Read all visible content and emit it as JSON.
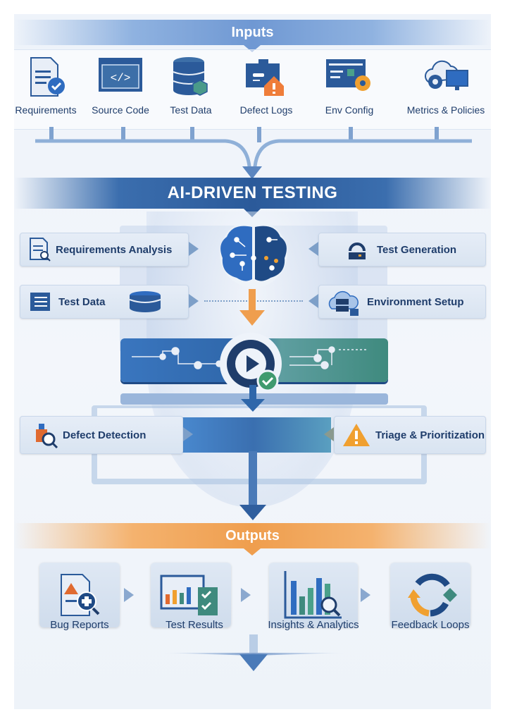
{
  "inputs": {
    "title": "Inputs",
    "items": [
      {
        "label": "Requirements",
        "icon": "document-check-icon"
      },
      {
        "label": "Source Code",
        "icon": "code-window-icon"
      },
      {
        "label": "Test Data",
        "icon": "database-icon"
      },
      {
        "label": "Defect Logs",
        "icon": "defect-log-icon"
      },
      {
        "label": "Env Config",
        "icon": "config-gear-icon"
      },
      {
        "label": "Metrics & Policies",
        "icon": "cloud-monitor-icon"
      }
    ]
  },
  "core": {
    "title": "AI-DRIVEN TESTING",
    "left_cards": [
      {
        "label": "Requirements Analysis",
        "icon": "document-search-icon"
      },
      {
        "label": "Test Data",
        "icon": "list-icon"
      }
    ],
    "right_cards": [
      {
        "label": "Test Generation",
        "icon": "robot-icon"
      },
      {
        "label": "Environment Setup",
        "icon": "cloud-server-icon"
      }
    ],
    "lower_left": {
      "label": "Defect Detection",
      "icon": "bug-search-icon"
    },
    "lower_right": {
      "label": "Triage & Prioritization",
      "icon": "warning-icon"
    }
  },
  "outputs": {
    "title": "Outputs",
    "items": [
      {
        "label": "Bug Reports",
        "icon": "bug-report-icon"
      },
      {
        "label": "Test Results",
        "icon": "test-results-icon"
      },
      {
        "label": "Insights & Analytics",
        "icon": "analytics-icon"
      },
      {
        "label": "Feedback Loops",
        "icon": "feedback-loop-icon"
      }
    ]
  },
  "colors": {
    "primary": "#2b5a9a",
    "accent": "#ef9e4e",
    "teal": "#3f8a7e",
    "text": "#1f3d6b"
  }
}
